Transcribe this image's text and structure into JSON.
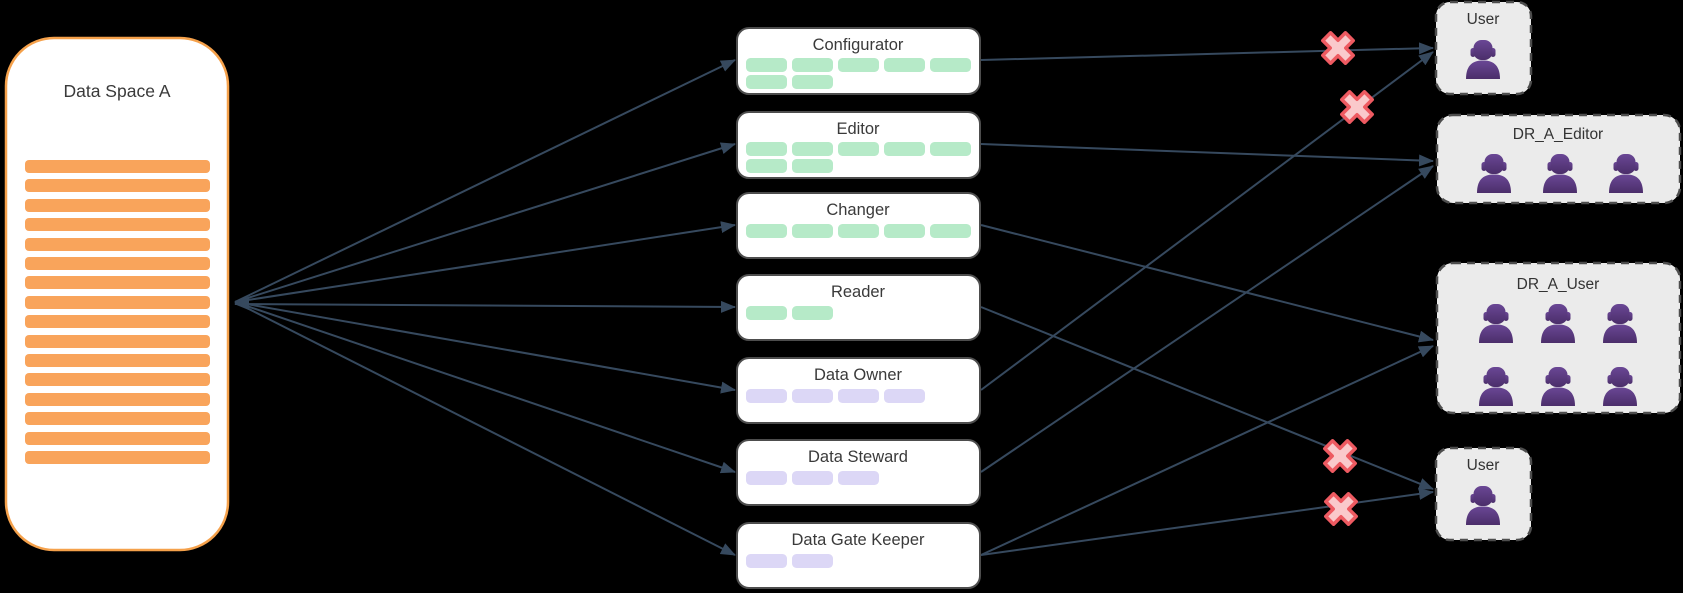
{
  "diagram_type": "role-assignment-mapping",
  "data_space": {
    "label": "Data Space A",
    "border_color": "#F5A14B",
    "fill": "#FFFFFF",
    "bar_color": "#F9A45B",
    "bar_count": 16
  },
  "roles": [
    {
      "label": "Configurator",
      "pill_color": "#B6EAC8",
      "pill_rows": [
        5,
        2
      ]
    },
    {
      "label": "Editor",
      "pill_color": "#B6EAC8",
      "pill_rows": [
        5,
        2
      ]
    },
    {
      "label": "Changer",
      "pill_color": "#B6EAC8",
      "pill_rows": [
        5
      ]
    },
    {
      "label": "Reader",
      "pill_color": "#B6EAC8",
      "pill_rows": [
        2
      ]
    },
    {
      "label": "Data Owner",
      "pill_color": "#DCD7F6",
      "pill_rows": [
        4
      ]
    },
    {
      "label": "Data Steward",
      "pill_color": "#DCD7F6",
      "pill_rows": [
        3
      ]
    },
    {
      "label": "Data Gate Keeper",
      "pill_color": "#DCD7F6",
      "pill_rows": [
        2
      ]
    }
  ],
  "groups": [
    {
      "label": "User",
      "member_count": 1
    },
    {
      "label": "DR_A_Editor",
      "member_count": 3
    },
    {
      "label": "DR_A_User",
      "member_count": 6
    },
    {
      "label": "User",
      "member_count": 1
    }
  ],
  "space_to_role_links": [
    {
      "from": "Data Space A",
      "to": "Configurator"
    },
    {
      "from": "Data Space A",
      "to": "Editor"
    },
    {
      "from": "Data Space A",
      "to": "Changer"
    },
    {
      "from": "Data Space A",
      "to": "Reader",
      "bidirectional": true
    },
    {
      "from": "Data Space A",
      "to": "Data Owner"
    },
    {
      "from": "Data Space A",
      "to": "Data Steward"
    },
    {
      "from": "Data Space A",
      "to": "Data Gate Keeper"
    }
  ],
  "role_to_group_links": [
    {
      "from": "Configurator",
      "to": "User (top)",
      "blocked": true
    },
    {
      "from": "Editor",
      "to": "DR_A_Editor",
      "blocked": false
    },
    {
      "from": "Changer",
      "to": "DR_A_User",
      "blocked": false
    },
    {
      "from": "Reader",
      "to": "User (bottom)",
      "blocked": true
    },
    {
      "from": "Data Owner",
      "to": "User (top)",
      "blocked": true
    },
    {
      "from": "Data Steward",
      "to": "DR_A_Editor",
      "blocked": false
    },
    {
      "from": "Data Gate Keeper",
      "to": "DR_A_User",
      "blocked": false
    },
    {
      "from": "Data Gate Keeper",
      "to": "User (bottom)",
      "blocked": true
    }
  ],
  "colors": {
    "background": "#000000",
    "arrow": "#36495E",
    "role_box_border": "#4D4D4D",
    "group_box_fill": "#EBEBEB",
    "group_box_border": "#4D4D4D",
    "person_icon": "#5A3A7E",
    "blocked_cross_fill": "#FAC9CB",
    "blocked_cross_border": "#EE5A61"
  }
}
